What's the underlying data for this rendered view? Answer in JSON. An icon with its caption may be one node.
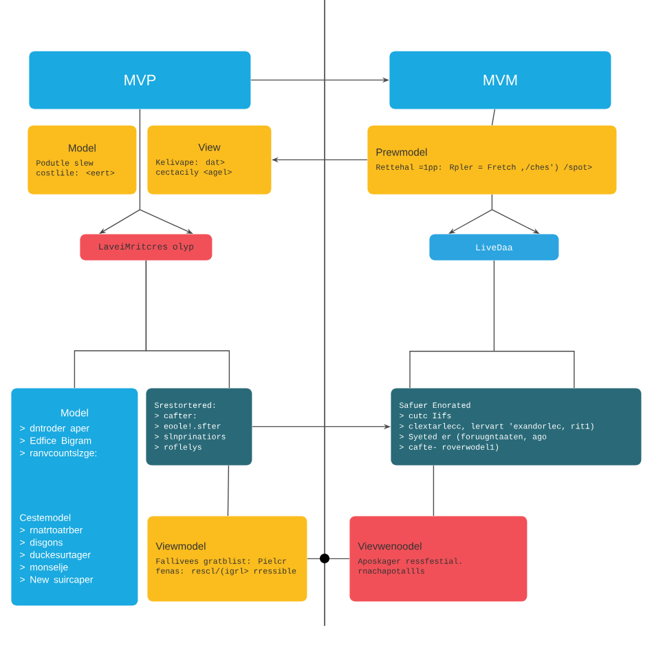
{
  "diagram": {
    "nodes": [
      {
        "text": [
          "MVP"
        ]
      },
      {
        "text": [
          "Model",
          "Podutle slew costlile: <eert>"
        ]
      },
      {
        "text": [
          "View",
          "Kelivape: dat> cectacily <agel>"
        ]
      },
      {
        "text": [
          "LaveiMritcres olyp"
        ]
      },
      {
        "text": [
          "MVM"
        ]
      },
      {
        "text": [
          "Prewmodel",
          "Rettehal =1pp: Rpler = Fretch ,/ches') /spot>"
        ]
      },
      {
        "text": [
          "LiveDaa"
        ]
      },
      {
        "text": [
          "Model",
          "> dntroder aper",
          "> Edfice Bigram",
          "> ranvcountslzge:",
          "Cestemodel",
          "> rnatrtoatrber",
          "> disgons",
          "> duckesurtager",
          "> monselje",
          "> New suircaper"
        ]
      },
      {
        "text": [
          "Srestortered:",
          "> cafter:",
          "> eoole!.sfter",
          "> slnprinatiors",
          "> roflelys"
        ]
      },
      {
        "text": [
          "Viewmodel",
          "Fallivees gratblist: Pielcr fenas: rescl/(igrl> rressible"
        ]
      },
      {
        "text": [
          "Safuer Enorated",
          "> cutc Iifs",
          "> clextarlecc, lervart 'exandorlec, rit1)",
          "> Syeted er (foruugntaaten, ago",
          "> cafte- roverwodel1)"
        ]
      },
      {
        "text": [
          "Vievwenoodel",
          "Aposkager ressfestial. rnachapotallls"
        ]
      }
    ],
    "edges": [
      {
        "from": 0,
        "to": 4,
        "arrow": "to"
      },
      {
        "from": 0,
        "to": 3,
        "arrow": "to"
      },
      {
        "from": 4,
        "to": 5,
        "arrow": "none"
      },
      {
        "from": 5,
        "to": 6,
        "arrow": "to"
      },
      {
        "from": 5,
        "to": 2,
        "arrow": "to"
      },
      {
        "from": 3,
        "to": 7,
        "arrow": "none"
      },
      {
        "from": 3,
        "to": 8,
        "arrow": "none"
      },
      {
        "from": 6,
        "to": 10,
        "arrow": "none"
      },
      {
        "from": 8,
        "to": 10,
        "arrow": "to"
      },
      {
        "from": 8,
        "to": 9,
        "arrow": "none"
      },
      {
        "from": 10,
        "to": 11,
        "arrow": "none"
      },
      {
        "from": 9,
        "to": 11,
        "arrow": "none"
      }
    ]
  }
}
